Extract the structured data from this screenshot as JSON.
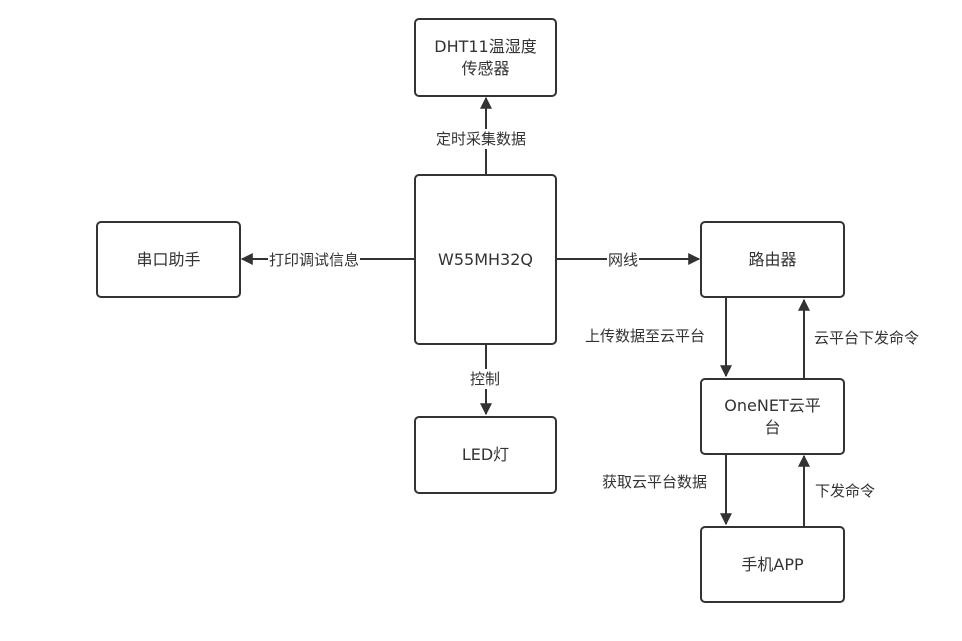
{
  "diagram": {
    "colors": {
      "stroke": "#333333",
      "text": "#333333",
      "background": "#ffffff"
    },
    "nodes": {
      "dht11": {
        "label": "DHT11温湿度传感器"
      },
      "mcu": {
        "label": "W55MH32Q"
      },
      "serial": {
        "label": "串口助手"
      },
      "led": {
        "label": "LED灯"
      },
      "router": {
        "label": "路由器"
      },
      "onenet": {
        "label": "OneNET云平台"
      },
      "app": {
        "label": "手机APP"
      }
    },
    "edges": {
      "mcu_to_dht11": {
        "from": "W55MH32Q",
        "to": "DHT11温湿度传感器",
        "label": "定时采集数据"
      },
      "mcu_to_serial": {
        "from": "W55MH32Q",
        "to": "串口助手",
        "label": "打印调试信息"
      },
      "mcu_to_router": {
        "from": "W55MH32Q",
        "to": "路由器",
        "label": "网线"
      },
      "mcu_to_led": {
        "from": "W55MH32Q",
        "to": "LED灯",
        "label": "控制"
      },
      "router_to_onenet": {
        "from": "路由器",
        "to": "OneNET云平台",
        "label": "上传数据至云平台"
      },
      "onenet_to_router": {
        "from": "OneNET云平台",
        "to": "路由器",
        "label": "云平台下发命令"
      },
      "onenet_to_app": {
        "from": "OneNET云平台",
        "to": "手机APP",
        "label": "获取云平台数据"
      },
      "app_to_onenet": {
        "from": "手机APP",
        "to": "OneNET云平台",
        "label": "下发命令"
      }
    }
  }
}
